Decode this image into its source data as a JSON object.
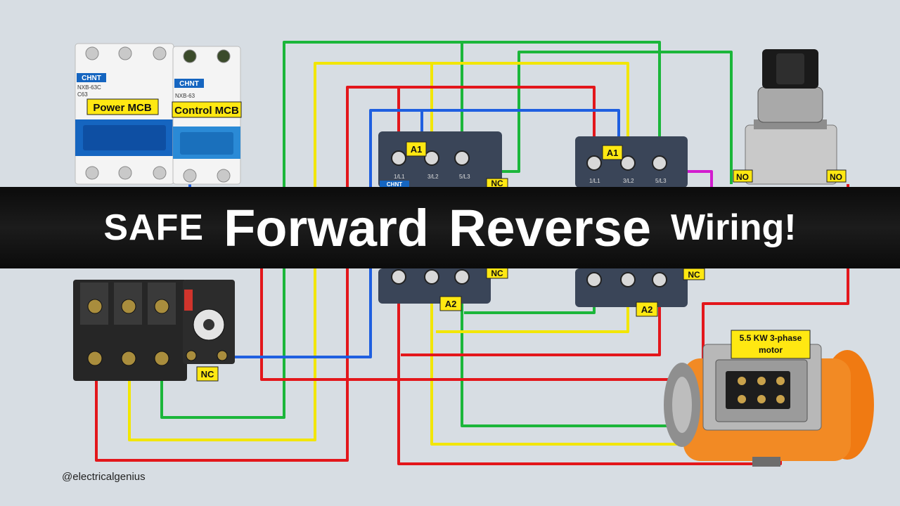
{
  "title": {
    "word1": "SAFE",
    "word2": "Forward",
    "word3": "Reverse",
    "word4": "Wiring!"
  },
  "labels": {
    "power_mcb": "Power MCB",
    "control_mcb": "Control MCB",
    "mcb_brand": "CHNT",
    "power_mcb_model": "NXB-63C",
    "power_mcb_rating": "C63",
    "control_mcb_model": "NXB-63",
    "contactor_brand": "CHNT",
    "contactor1_a1": "A1",
    "contactor1_a2": "A2",
    "contactor1_nc_top": "NC",
    "contactor1_nc_bottom": "NC",
    "contactor2_a1": "A1",
    "contactor2_a2": "A2",
    "contactor2_nc_bottom": "NC",
    "terminal_l1": "1/L1",
    "terminal_l2": "3/L2",
    "terminal_l3": "5/L3",
    "overload_nc": "NC",
    "switch_no_left": "NO",
    "switch_no_right": "NO",
    "motor_line1": "5.5 KW 3-phase",
    "motor_line2": "motor"
  },
  "handle": "@electricalgenius",
  "colors": {
    "background": "#d7dde3",
    "wire_red": "#e3161b",
    "wire_yellow": "#f2e600",
    "wire_green": "#1bb63a",
    "wire_blue": "#1f5fe0",
    "wire_magenta": "#d21ccf",
    "label_bg": "#ffe812",
    "contactor_body": "#3a4558",
    "mcb_blue": "#1565c0",
    "motor_orange": "#f07a12",
    "banner": "#111111"
  }
}
